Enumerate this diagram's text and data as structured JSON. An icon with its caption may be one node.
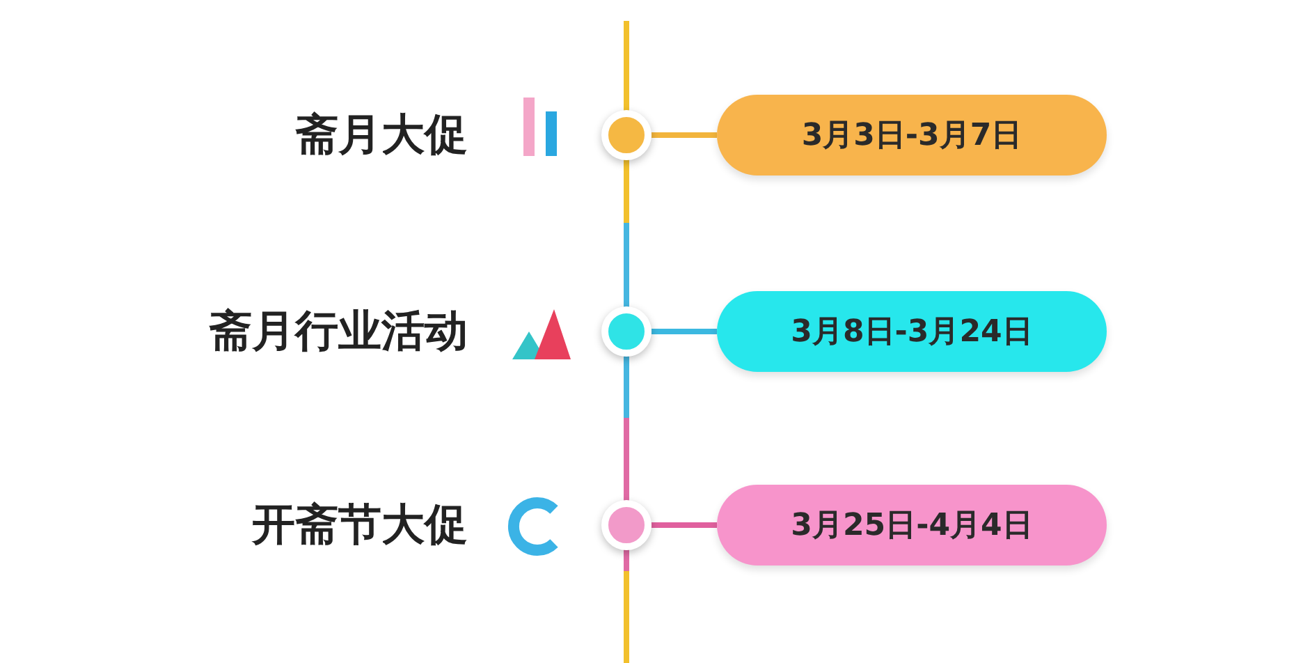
{
  "diagram": {
    "nodes": [
      {
        "text": [],
        "shape": "circle"
      },
      {
        "text": [
          "3月3日-3月7日"
        ]
      },
      {
        "text": [],
        "shape": "circle"
      },
      {
        "text": [
          "3月8日-3月24日"
        ]
      },
      {
        "text": [],
        "shape": "circle"
      },
      {
        "text": [
          "3月25日-4月4日"
        ]
      }
    ],
    "edges": [
      {
        "from": 0,
        "to": 1,
        "arrow": "none",
        "color": "#f2b43c"
      },
      {
        "from": 2,
        "to": 3,
        "arrow": "none",
        "color": "#3bb8e0"
      },
      {
        "from": 4,
        "to": 5,
        "arrow": "none",
        "color": "#e0609e"
      }
    ],
    "labels": [
      "斋月大促",
      "斋月行业活动",
      "开斋节大促"
    ]
  }
}
